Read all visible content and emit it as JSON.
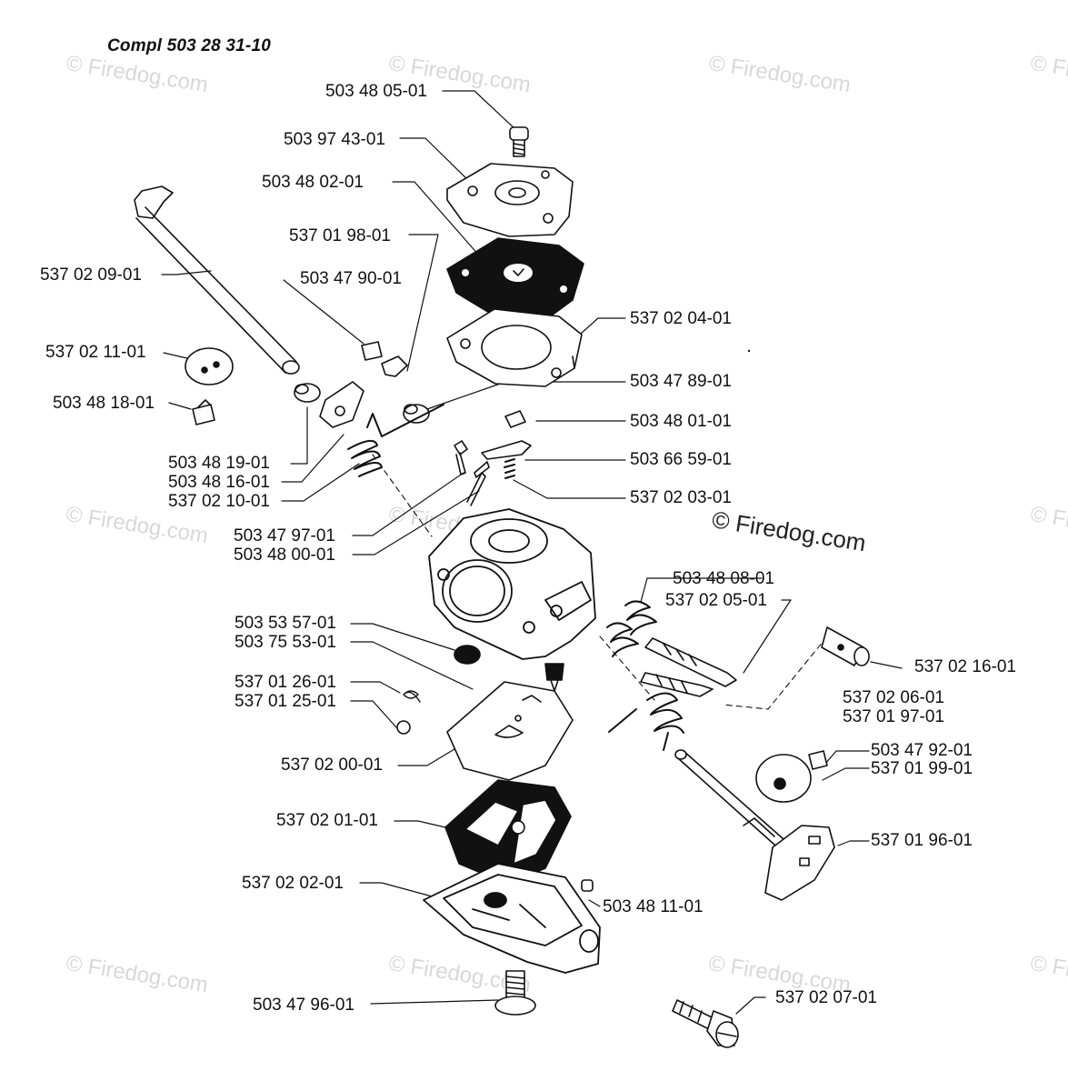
{
  "title": "Compl 503 28 31-10",
  "watermark": "© Firedog.com",
  "parts": [
    "503 48 05-01",
    "503 97 43-01",
    "503 48 02-01",
    "537 01 98-01",
    "537 02 09-01",
    "503 47 90-01",
    "537 02 04-01",
    "537 02 11-01",
    "503 47 89-01",
    "503 48 18-01",
    "503 48 01-01",
    "503 48 19-01",
    "503 66 59-01",
    "503 48 16-01",
    "537 02 10-01",
    "537 02 03-01",
    "503 47 97-01",
    "503 48 00-01",
    "503 48 08-01",
    "537 02 05-01",
    "503 53 57-01",
    "503 75 53-01",
    "537 02 16-01",
    "537 02 06-01",
    "537 01 97-01",
    "537 01 26-01",
    "537 01 25-01",
    "503 47 92-01",
    "537 02 00-01",
    "537 01 99-01",
    "537 01 96-01",
    "537 02 01-01",
    "537 02 02-01",
    "503 48 11-01",
    "503 47 96-01",
    "537 02 07-01"
  ]
}
